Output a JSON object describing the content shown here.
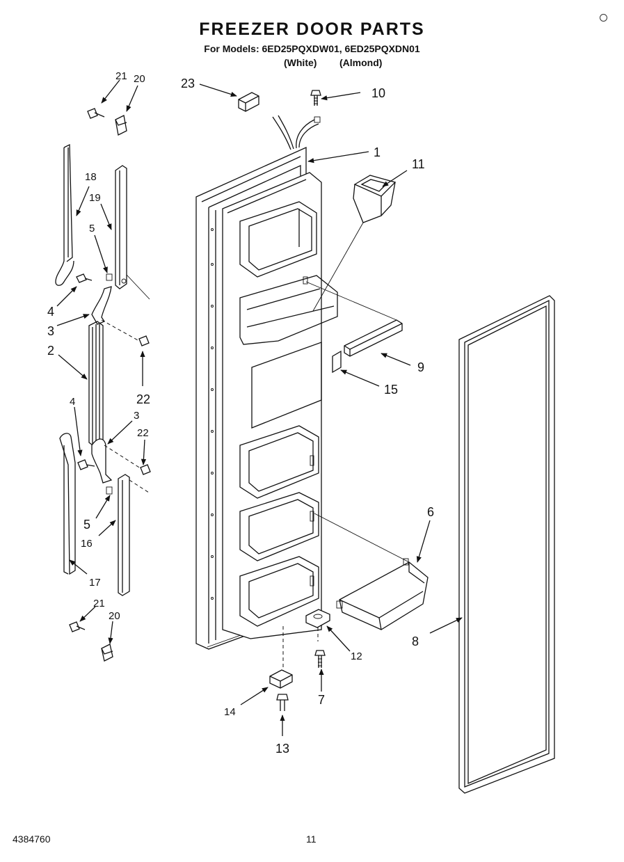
{
  "header": {
    "title": "FREEZER DOOR PARTS",
    "models_line": "For Models: 6ED25PQXDW01, 6ED25PQXDN01",
    "variant_white": "(White)",
    "variant_almond": "(Almond)"
  },
  "footer": {
    "doc_number": "4384760",
    "page_number": "11"
  },
  "callouts": {
    "c1": "1",
    "c2": "2",
    "c3a": "3",
    "c3b": "3",
    "c4a": "4",
    "c4b": "4",
    "c5a": "5",
    "c5b": "5",
    "c6": "6",
    "c7": "7",
    "c8": "8",
    "c9": "9",
    "c10": "10",
    "c11": "11",
    "c12": "12",
    "c13": "13",
    "c14": "14",
    "c15": "15",
    "c16": "16",
    "c17": "17",
    "c18": "18",
    "c19": "19",
    "c20a": "20",
    "c20b": "20",
    "c21a": "21",
    "c21b": "21",
    "c22a": "22",
    "c22b": "22",
    "c23": "23"
  }
}
